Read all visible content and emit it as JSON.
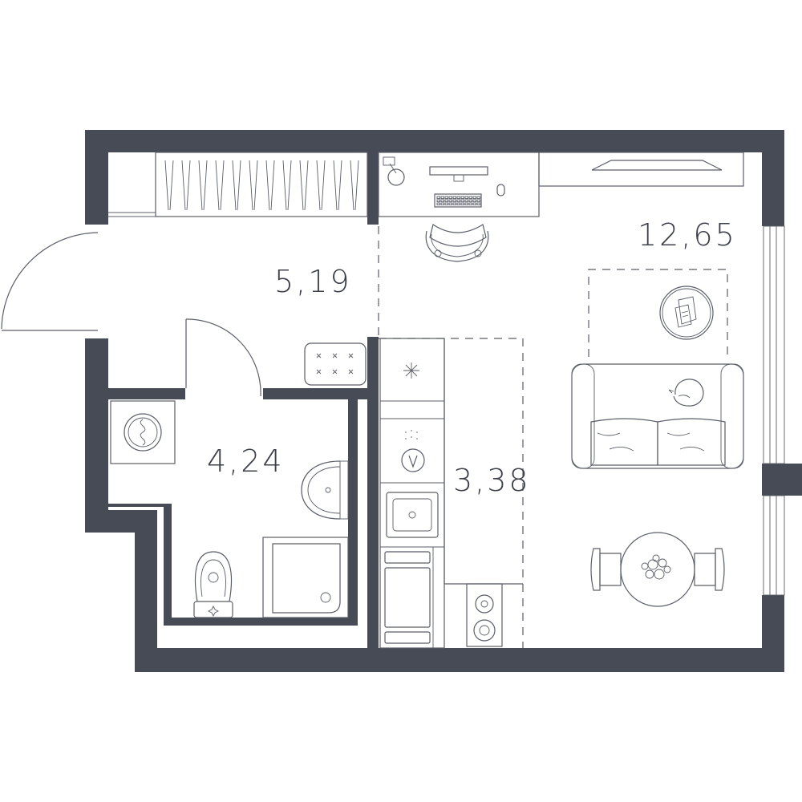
{
  "colors": {
    "wall": "#474b55",
    "line": "#5a5e68",
    "text": "#3d4049",
    "background": "#ffffff"
  },
  "rooms": {
    "hallway": {
      "area": "5,19"
    },
    "bathroom": {
      "area": "4,24"
    },
    "kitchen": {
      "area": "3,38"
    },
    "living_room": {
      "area": "12,65"
    }
  },
  "icons": [
    "wardrobe-icon",
    "desk-icon",
    "monitor-icon",
    "keyboard-icon",
    "mouse-icon",
    "office-chair-icon",
    "desk-lamp-icon",
    "tv-icon",
    "rug-icon",
    "round-coffee-table-icon",
    "sofa-icon",
    "cat-icon",
    "dining-table-icon",
    "dining-chair-icon",
    "shoe-mat-icon",
    "washing-machine-icon",
    "washbasin-icon",
    "toilet-icon",
    "shower-tray-icon",
    "fridge-icon",
    "kitchen-sink-icon",
    "oven-icon",
    "hob-icon",
    "entrance-door-icon",
    "bathroom-door-icon",
    "window-icon"
  ]
}
